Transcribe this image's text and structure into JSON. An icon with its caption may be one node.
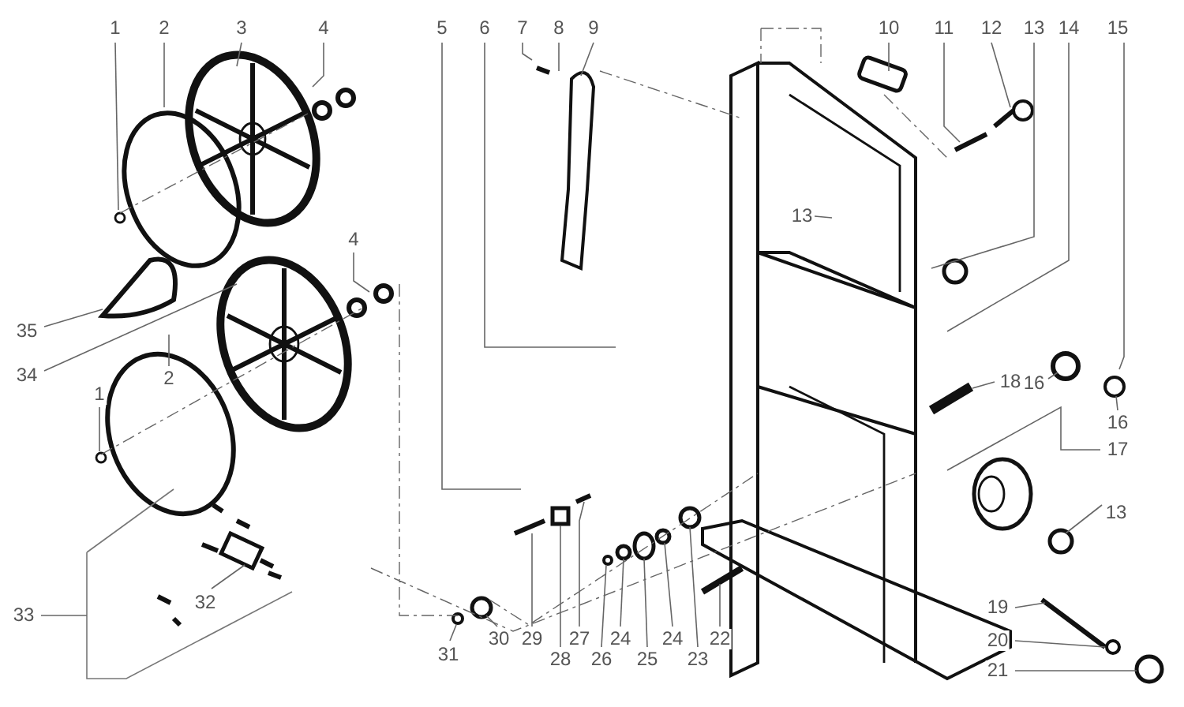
{
  "diagram": {
    "nodes": [
      {
        "text": [
          "1"
        ]
      },
      {
        "text": [
          "2"
        ]
      },
      {
        "text": [
          "3"
        ]
      },
      {
        "text": [
          "4"
        ]
      },
      {
        "text": [
          "5"
        ]
      },
      {
        "text": [
          "6"
        ]
      },
      {
        "text": [
          "7"
        ]
      },
      {
        "text": [
          "8"
        ]
      },
      {
        "text": [
          "9"
        ]
      },
      {
        "text": [
          "10"
        ]
      },
      {
        "text": [
          "11"
        ]
      },
      {
        "text": [
          "12"
        ]
      },
      {
        "text": [
          "13"
        ]
      },
      {
        "text": [
          "14"
        ]
      },
      {
        "text": [
          "15"
        ]
      },
      {
        "text": [
          "13"
        ]
      },
      {
        "text": [
          "4"
        ]
      },
      {
        "text": [
          "35"
        ]
      },
      {
        "text": [
          "34"
        ]
      },
      {
        "text": [
          "2"
        ]
      },
      {
        "text": [
          "1"
        ]
      },
      {
        "text": [
          "18"
        ]
      },
      {
        "text": [
          "16"
        ]
      },
      {
        "text": [
          "16"
        ]
      },
      {
        "text": [
          "17"
        ]
      },
      {
        "text": [
          "32"
        ]
      },
      {
        "text": [
          "33"
        ]
      },
      {
        "text": [
          "13"
        ]
      },
      {
        "text": [
          "19"
        ]
      },
      {
        "text": [
          "20"
        ]
      },
      {
        "text": [
          "21"
        ]
      },
      {
        "text": [
          "31"
        ]
      },
      {
        "text": [
          "30"
        ]
      },
      {
        "text": [
          "29"
        ]
      },
      {
        "text": [
          "28"
        ]
      },
      {
        "text": [
          "27"
        ]
      },
      {
        "text": [
          "26"
        ]
      },
      {
        "text": [
          "24"
        ]
      },
      {
        "text": [
          "25"
        ]
      },
      {
        "text": [
          "24"
        ]
      },
      {
        "text": [
          "23"
        ]
      },
      {
        "text": [
          "22"
        ]
      }
    ],
    "edges": [
      {
        "from": 0,
        "to": null,
        "arrow": "none"
      },
      {
        "from": 1,
        "to": null,
        "arrow": "none"
      },
      {
        "from": 2,
        "to": null,
        "arrow": "none"
      },
      {
        "from": 3,
        "to": null,
        "arrow": "none"
      },
      {
        "from": 4,
        "to": null,
        "arrow": "none"
      },
      {
        "from": 5,
        "to": null,
        "arrow": "none"
      },
      {
        "from": 6,
        "to": null,
        "arrow": "none"
      },
      {
        "from": 7,
        "to": null,
        "arrow": "none"
      },
      {
        "from": 8,
        "to": null,
        "arrow": "none"
      },
      {
        "from": 9,
        "to": null,
        "arrow": "none"
      },
      {
        "from": 10,
        "to": null,
        "arrow": "none"
      },
      {
        "from": 11,
        "to": null,
        "arrow": "none"
      },
      {
        "from": 12,
        "to": null,
        "arrow": "none"
      },
      {
        "from": 13,
        "to": null,
        "arrow": "none"
      },
      {
        "from": 14,
        "to": null,
        "arrow": "none"
      },
      {
        "from": 15,
        "to": null,
        "arrow": "none"
      },
      {
        "from": 16,
        "to": null,
        "arrow": "none"
      },
      {
        "from": 17,
        "to": null,
        "arrow": "none"
      },
      {
        "from": 18,
        "to": null,
        "arrow": "none"
      },
      {
        "from": 19,
        "to": null,
        "arrow": "none"
      },
      {
        "from": 20,
        "to": null,
        "arrow": "none"
      },
      {
        "from": 21,
        "to": null,
        "arrow": "none"
      },
      {
        "from": 22,
        "to": null,
        "arrow": "none"
      },
      {
        "from": 23,
        "to": null,
        "arrow": "none"
      },
      {
        "from": 24,
        "to": null,
        "arrow": "none"
      },
      {
        "from": 25,
        "to": null,
        "arrow": "none"
      },
      {
        "from": 26,
        "to": null,
        "arrow": "none"
      },
      {
        "from": 27,
        "to": null,
        "arrow": "none"
      },
      {
        "from": 28,
        "to": null,
        "arrow": "none"
      },
      {
        "from": 29,
        "to": null,
        "arrow": "none"
      },
      {
        "from": 30,
        "to": null,
        "arrow": "none"
      },
      {
        "from": 31,
        "to": null,
        "arrow": "none"
      },
      {
        "from": 32,
        "to": null,
        "arrow": "none"
      },
      {
        "from": 33,
        "to": null,
        "arrow": "none"
      },
      {
        "from": 34,
        "to": null,
        "arrow": "none"
      },
      {
        "from": 35,
        "to": null,
        "arrow": "none"
      },
      {
        "from": 36,
        "to": null,
        "arrow": "none"
      },
      {
        "from": 37,
        "to": null,
        "arrow": "none"
      },
      {
        "from": 38,
        "to": null,
        "arrow": "none"
      },
      {
        "from": 39,
        "to": null,
        "arrow": "none"
      },
      {
        "from": 40,
        "to": null,
        "arrow": "none"
      },
      {
        "from": 41,
        "to": null,
        "arrow": "none"
      }
    ]
  }
}
